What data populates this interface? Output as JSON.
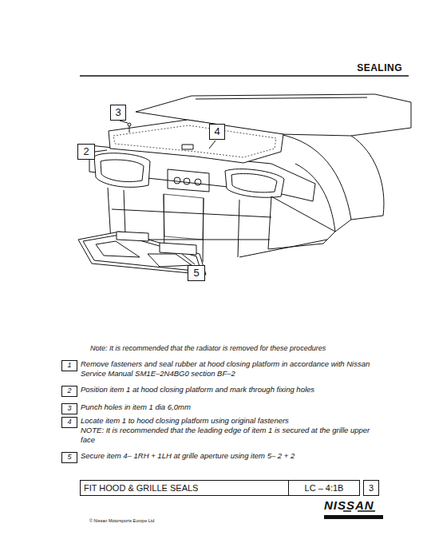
{
  "diagram": {
    "title": "SEALING",
    "nodes": [
      {
        "text": [
          "3"
        ]
      },
      {
        "text": [
          "4"
        ]
      },
      {
        "text": [
          "2"
        ]
      },
      {
        "text": [
          "5"
        ]
      },
      {
        "text": [
          "1"
        ]
      },
      {
        "text": [
          "2"
        ]
      },
      {
        "text": [
          "3"
        ]
      },
      {
        "text": [
          "4"
        ]
      },
      {
        "text": [
          "5"
        ]
      },
      {
        "text": [
          "FIT HOOD & GRILLE SEALS"
        ]
      },
      {
        "text": [
          "LC – 4:1B"
        ]
      },
      {
        "text": [
          "3"
        ]
      }
    ],
    "labels": [
      "Note: It is recommended that the radiator is removed for these procedures",
      "Remove fasteners and seal rubber at hood closing platform in accordance with Nissan Service Manual SM1E–2N4BG0 section BF–2",
      "Position item 1 at hood closing platform and mark through fixing holes",
      "Punch holes in item 1 dia 6,0mm",
      "Locate item 1 to hood closing platform using original fasteners",
      "NOTE: It is recommended that the leading edge of item 1 is secured at the grille upper face",
      "Secure item 4– 1RH + 1LH at grille aperture using item 5– 2 + 2",
      "© Nissan Motorsports Europe Ltd",
      "NISSAN"
    ]
  }
}
